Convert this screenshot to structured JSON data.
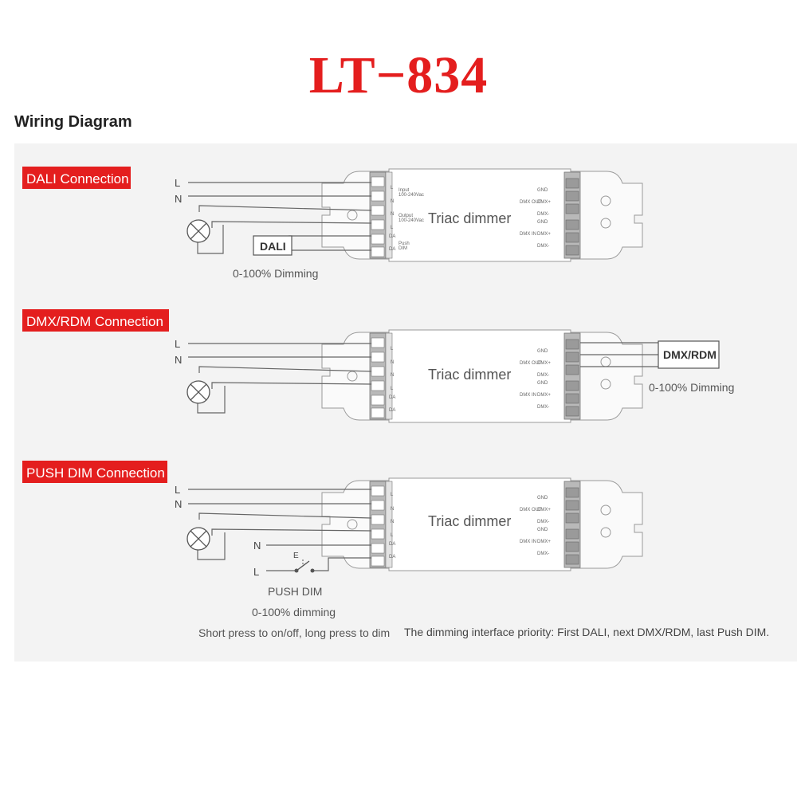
{
  "title": "LT−834",
  "subtitle": "Wiring Diagram",
  "sections": [
    {
      "label": "DALI Connection",
      "note": "0-100% Dimming",
      "device_label": "DALI"
    },
    {
      "label": "DMX/RDM Connection",
      "note": "0-100% Dimming",
      "device_label": "DMX/RDM"
    },
    {
      "label": "PUSH DIM Connection",
      "push_label": "PUSH DIM",
      "note": "0-100% dimming",
      "caption": "Short press to on/off, long press to dim"
    }
  ],
  "wire_labels": {
    "l": "L",
    "n": "N",
    "switch": "E"
  },
  "dimmer": {
    "name": "Triac dimmer",
    "left_terminals": [
      "L",
      "N",
      "N",
      "L",
      "DA",
      "DA"
    ],
    "left_small": [
      "Input",
      "100-240Vac",
      "Output",
      "100-240Vac",
      "Push",
      "DIM"
    ],
    "right_terminals": [
      "GND",
      "DMX+",
      "DMX-",
      "GND",
      "DMX+",
      "DMX-"
    ],
    "dmx_out": "DMX OUT",
    "dmx_in": "DMX IN"
  },
  "priority_note": "The dimming interface priority: First DALI, next DMX/RDM, last Push DIM.",
  "colors": {
    "title": "#e41e1e",
    "section_bg": "#e41e1e",
    "panel_bg": "#f3f3f3",
    "wire": "#555555"
  }
}
